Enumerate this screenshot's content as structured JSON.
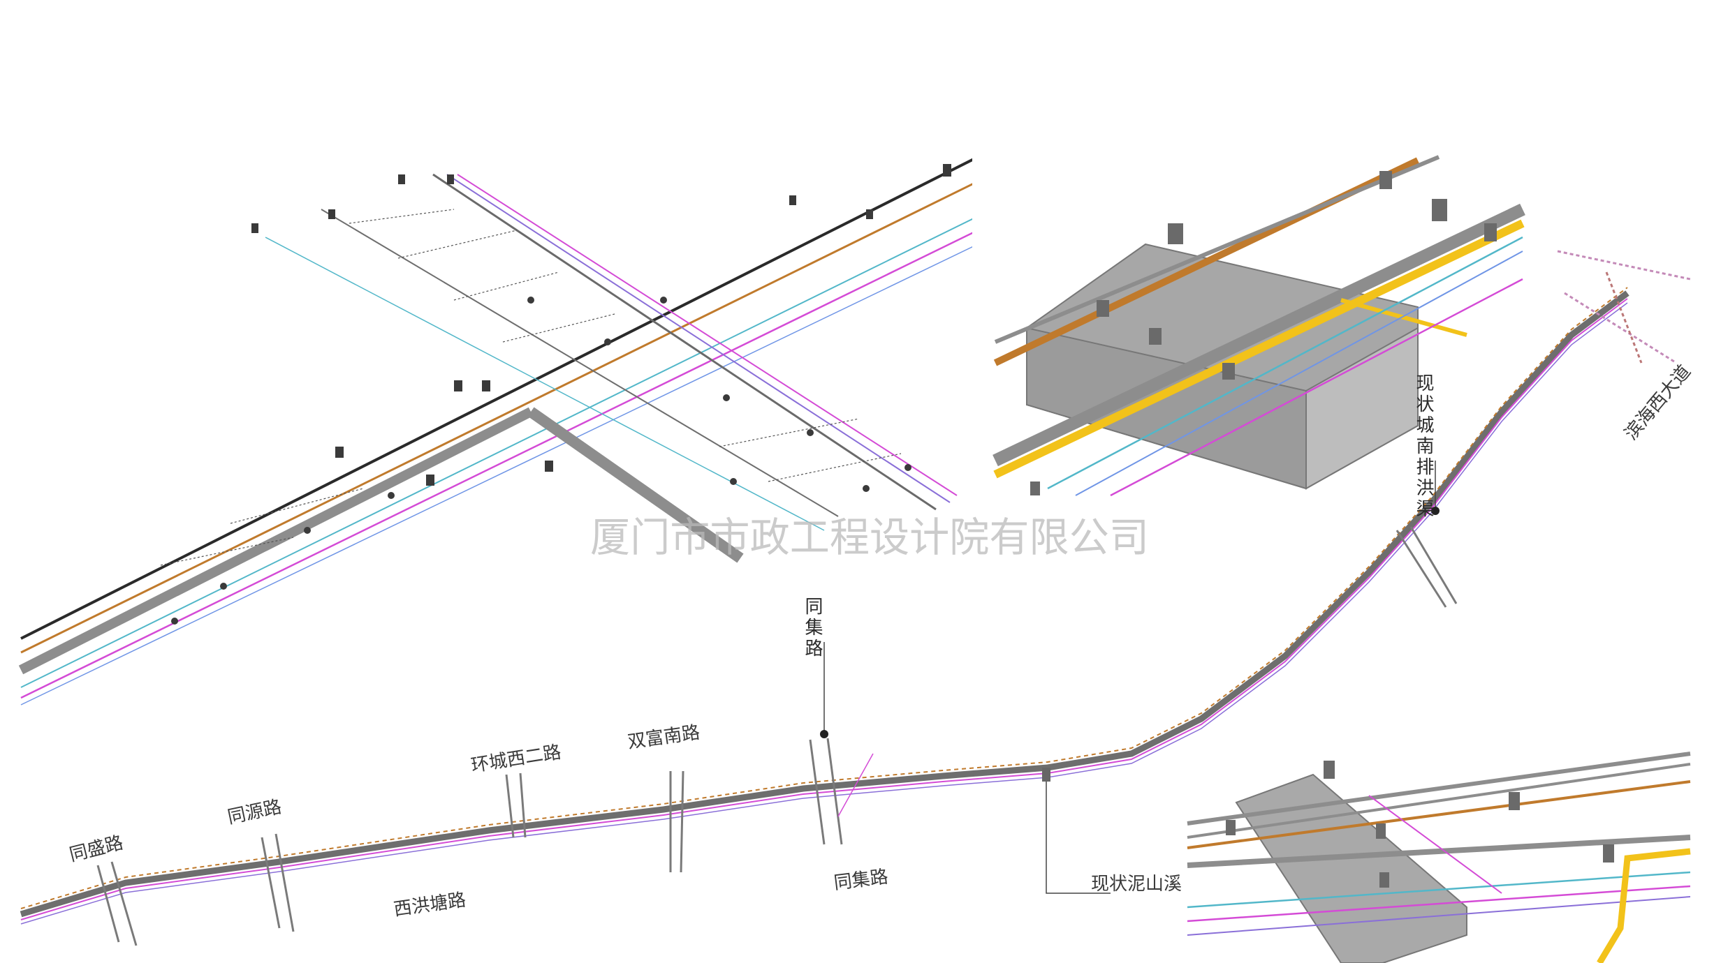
{
  "watermark": "厦门市市政工程设计院有限公司",
  "road_labels": {
    "tongsheng": "同盛路",
    "tongyuan": "同源路",
    "xihongtang": "西洪塘路",
    "huanchengxi2": "环城西二路",
    "shuangfunan": "双富南路",
    "tongji_bottom": "同集路",
    "binhaixi": "滨海西大道"
  },
  "callouts": {
    "tongji_vertical": "同集路",
    "chengnan_channel": "现状城南排洪渠",
    "nishan_creek": "现状泥山溪"
  },
  "colors": {
    "pipe_gray": "#8d8d8d",
    "pipe_black": "#2a2a2a",
    "pipe_orange": "#c07a2c",
    "pipe_yellow": "#f2c21a",
    "line_magenta": "#d44bd6",
    "line_purple": "#8a6fd8",
    "line_cyan": "#52b7c9",
    "line_blue": "#6f95e6",
    "culvert_gray": "#a7a7a7"
  }
}
